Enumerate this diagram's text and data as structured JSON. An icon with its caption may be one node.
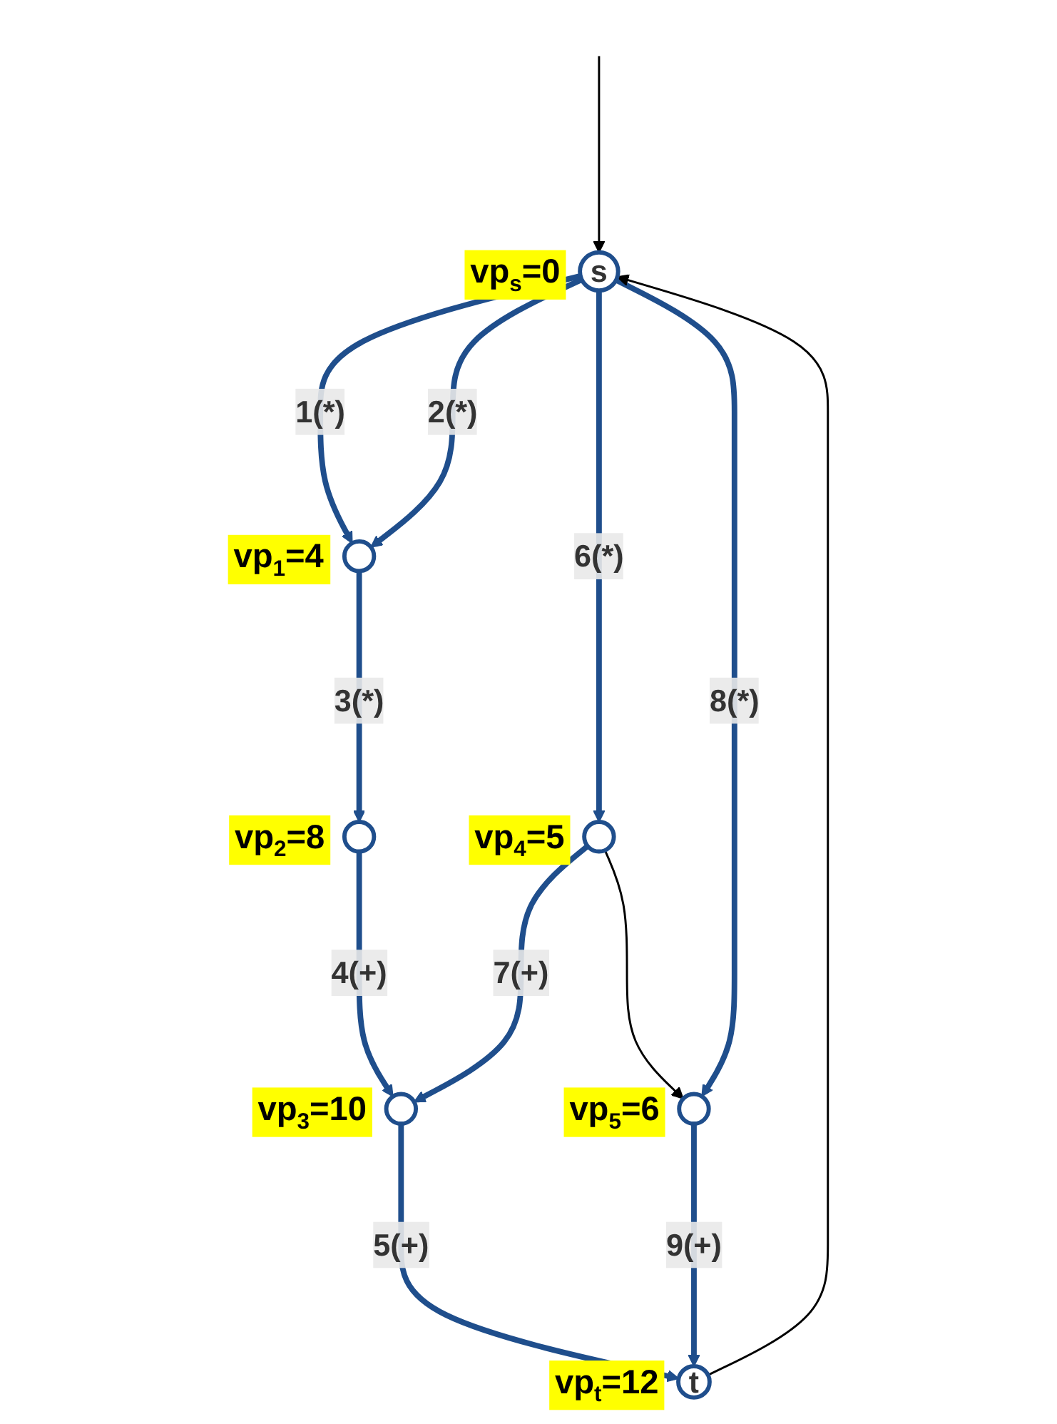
{
  "diagram": {
    "nodes": [
      {
        "text": [
          "s"
        ],
        "beside": [
          "vp$_{s}$=0"
        ]
      },
      {
        "text": [],
        "shape": "circle",
        "beside": [
          "vp$_{1}$=4"
        ]
      },
      {
        "text": [],
        "shape": "circle",
        "beside": [
          "vp$_{4}$=5"
        ]
      },
      {
        "text": [],
        "shape": "circle",
        "beside": [
          "vp$_{2}$=8"
        ]
      },
      {
        "text": [],
        "shape": "circle",
        "beside": [
          "vp$_{5}$=6"
        ]
      },
      {
        "text": [],
        "shape": "circle",
        "beside": [
          "vp$_{3}$=10"
        ]
      },
      {
        "text": [
          "t"
        ],
        "beside": [
          "vp$_{t}$=12"
        ]
      }
    ],
    "edges": [
      {
        "from": null,
        "to": 0,
        "arrow": "to",
        "color": "#000000"
      },
      {
        "from": 0,
        "to": 1,
        "arrow": "to",
        "label": "1(*)"
      },
      {
        "from": 0,
        "to": 1,
        "arrow": "to",
        "label": "2(*)"
      },
      {
        "from": 0,
        "to": 2,
        "arrow": "to",
        "label": "6(*)"
      },
      {
        "from": 0,
        "to": 4,
        "arrow": "to",
        "label": "8(*)"
      },
      {
        "from": 1,
        "to": 3,
        "arrow": "to",
        "label": "3(*)"
      },
      {
        "from": 2,
        "to": 5,
        "arrow": "to",
        "label": "7(+)"
      },
      {
        "from": 2,
        "to": 4,
        "arrow": "to",
        "color": "#000000"
      },
      {
        "from": 3,
        "to": 5,
        "arrow": "to",
        "label": "4(+)"
      },
      {
        "from": 5,
        "to": 6,
        "arrow": "to",
        "label": "5(+)"
      },
      {
        "from": 4,
        "to": 6,
        "arrow": "to",
        "label": "9(+)"
      },
      {
        "from": 6,
        "to": 0,
        "arrow": "to",
        "color": "#000000"
      }
    ]
  }
}
